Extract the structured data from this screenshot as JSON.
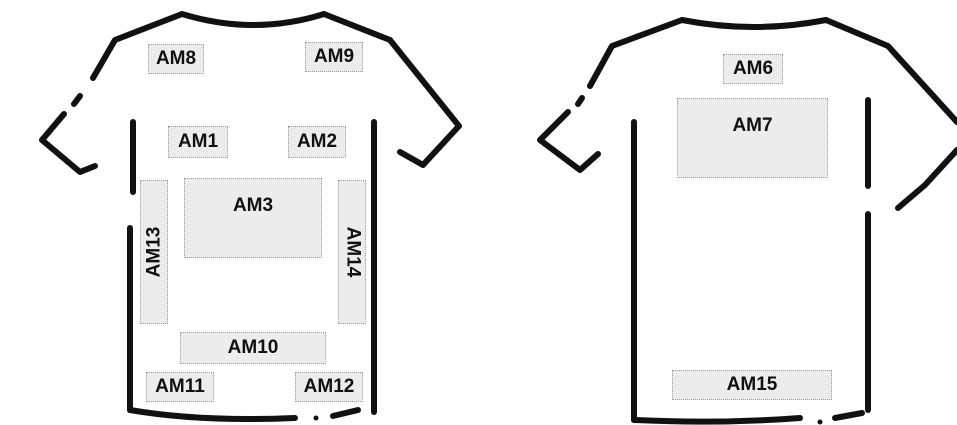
{
  "front": {
    "zones": {
      "am8": "AM8",
      "am9": "AM9",
      "am1": "AM1",
      "am2": "AM2",
      "am3": "AM3",
      "am13": "AM13",
      "am14": "AM14",
      "am10": "AM10",
      "am11": "AM11",
      "am12": "AM12"
    }
  },
  "back": {
    "zones": {
      "am6": "AM6",
      "am7": "AM7",
      "am15": "AM15"
    }
  },
  "colors": {
    "outline": "#111111",
    "zone_fill": "#ececec",
    "zone_border": "#9a9a9a"
  }
}
